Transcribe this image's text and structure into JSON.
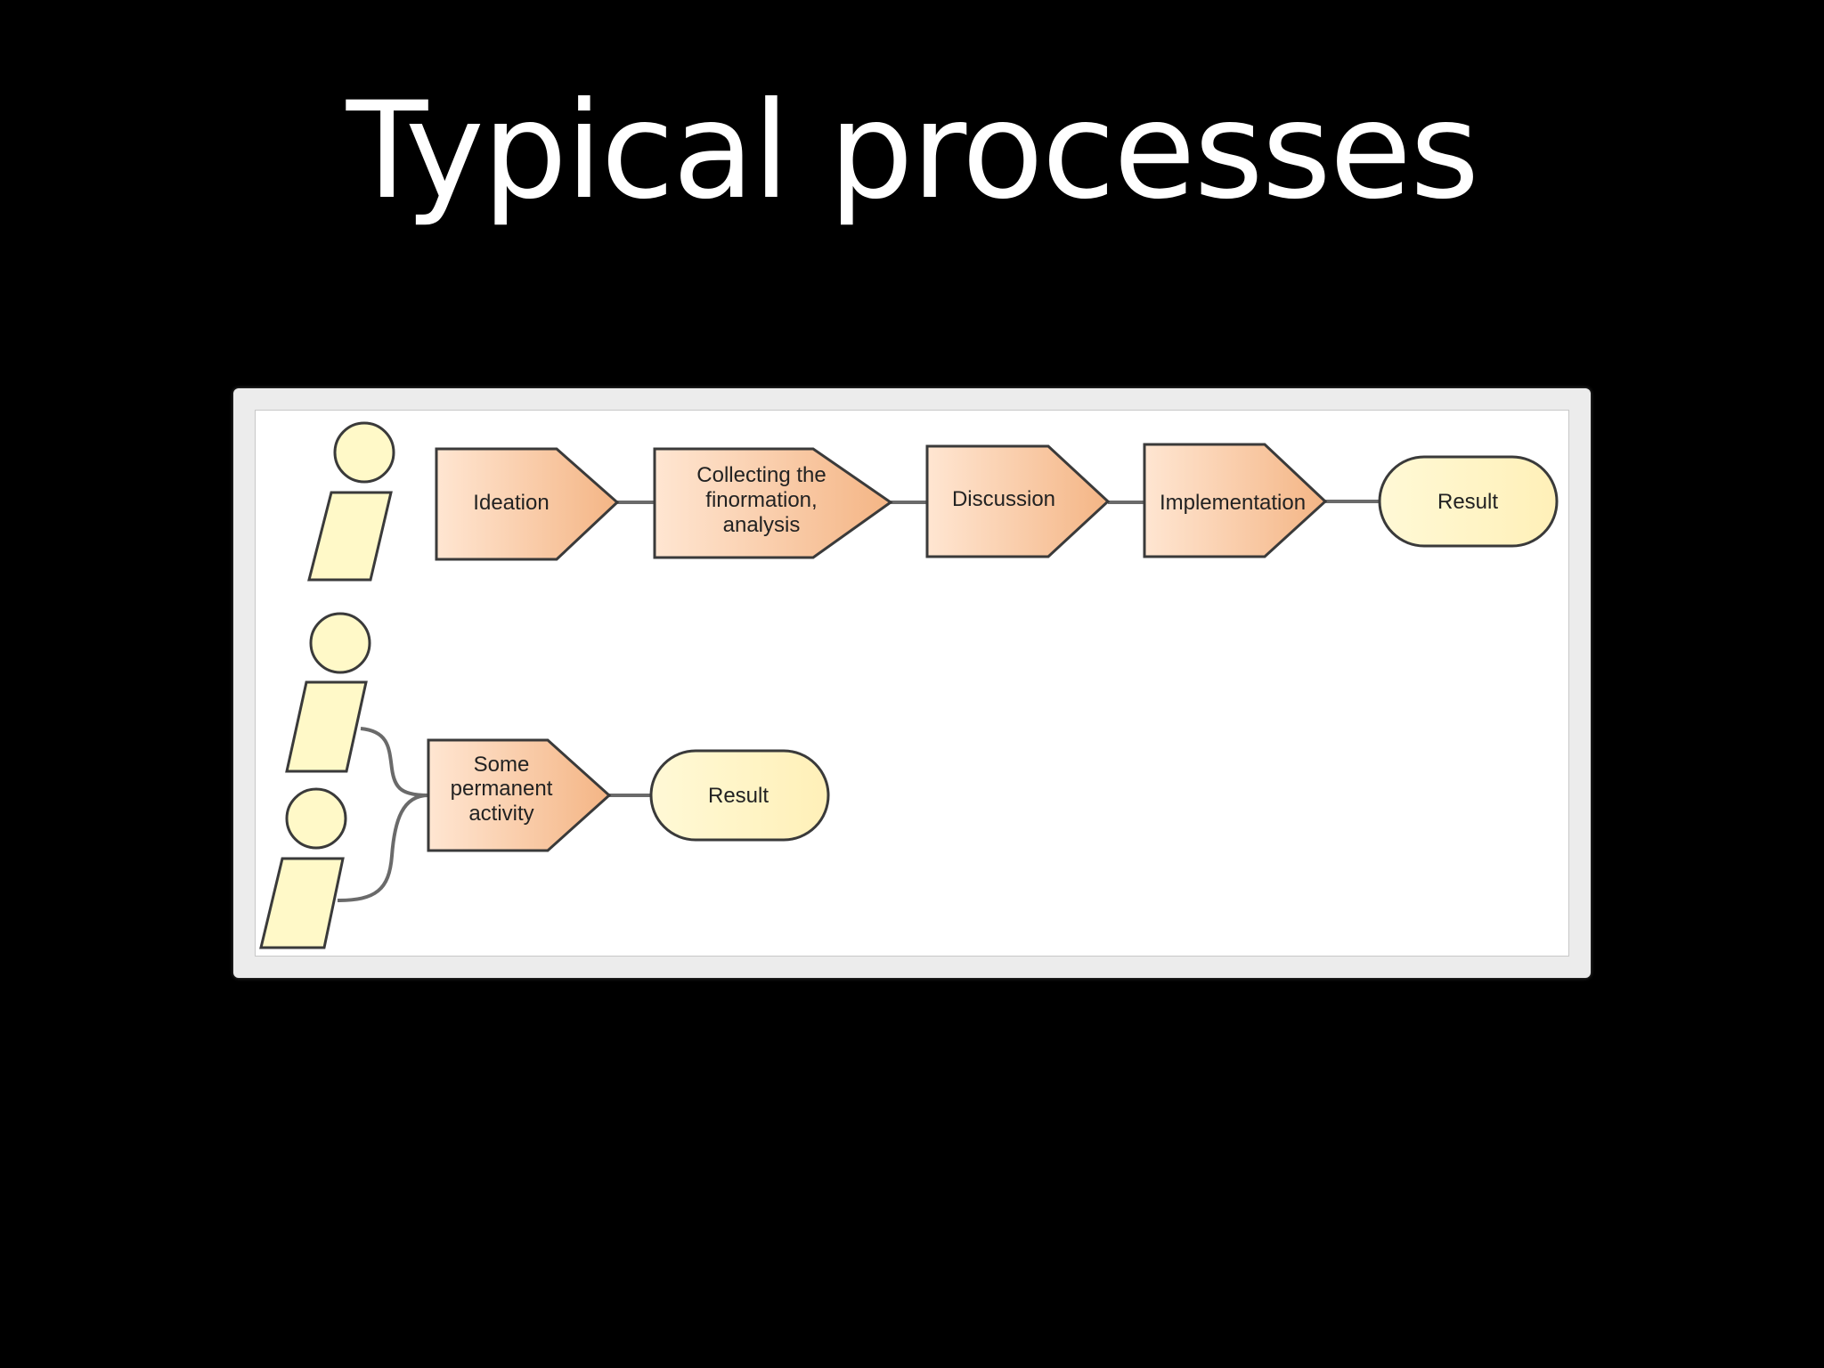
{
  "slide": {
    "title": "Typical processes"
  },
  "diagram": {
    "row1": {
      "steps": [
        {
          "lines": [
            "Ideation"
          ]
        },
        {
          "lines": [
            "Collecting the",
            "finormation,",
            "analysis"
          ]
        },
        {
          "lines": [
            "Discussion"
          ]
        },
        {
          "lines": [
            "Implementation"
          ]
        }
      ],
      "result": "Result"
    },
    "row2": {
      "steps": [
        {
          "lines": [
            "Some",
            "permanent",
            "activity"
          ]
        }
      ],
      "result": "Result"
    },
    "colors": {
      "step_fill_start": "#ffe2cc",
      "step_fill_end": "#f5b98c",
      "result_fill": "#fff6cc",
      "actor_fill": "#fff9c8",
      "stroke": "#3a3a3a",
      "connector": "#6a6a6a"
    }
  }
}
